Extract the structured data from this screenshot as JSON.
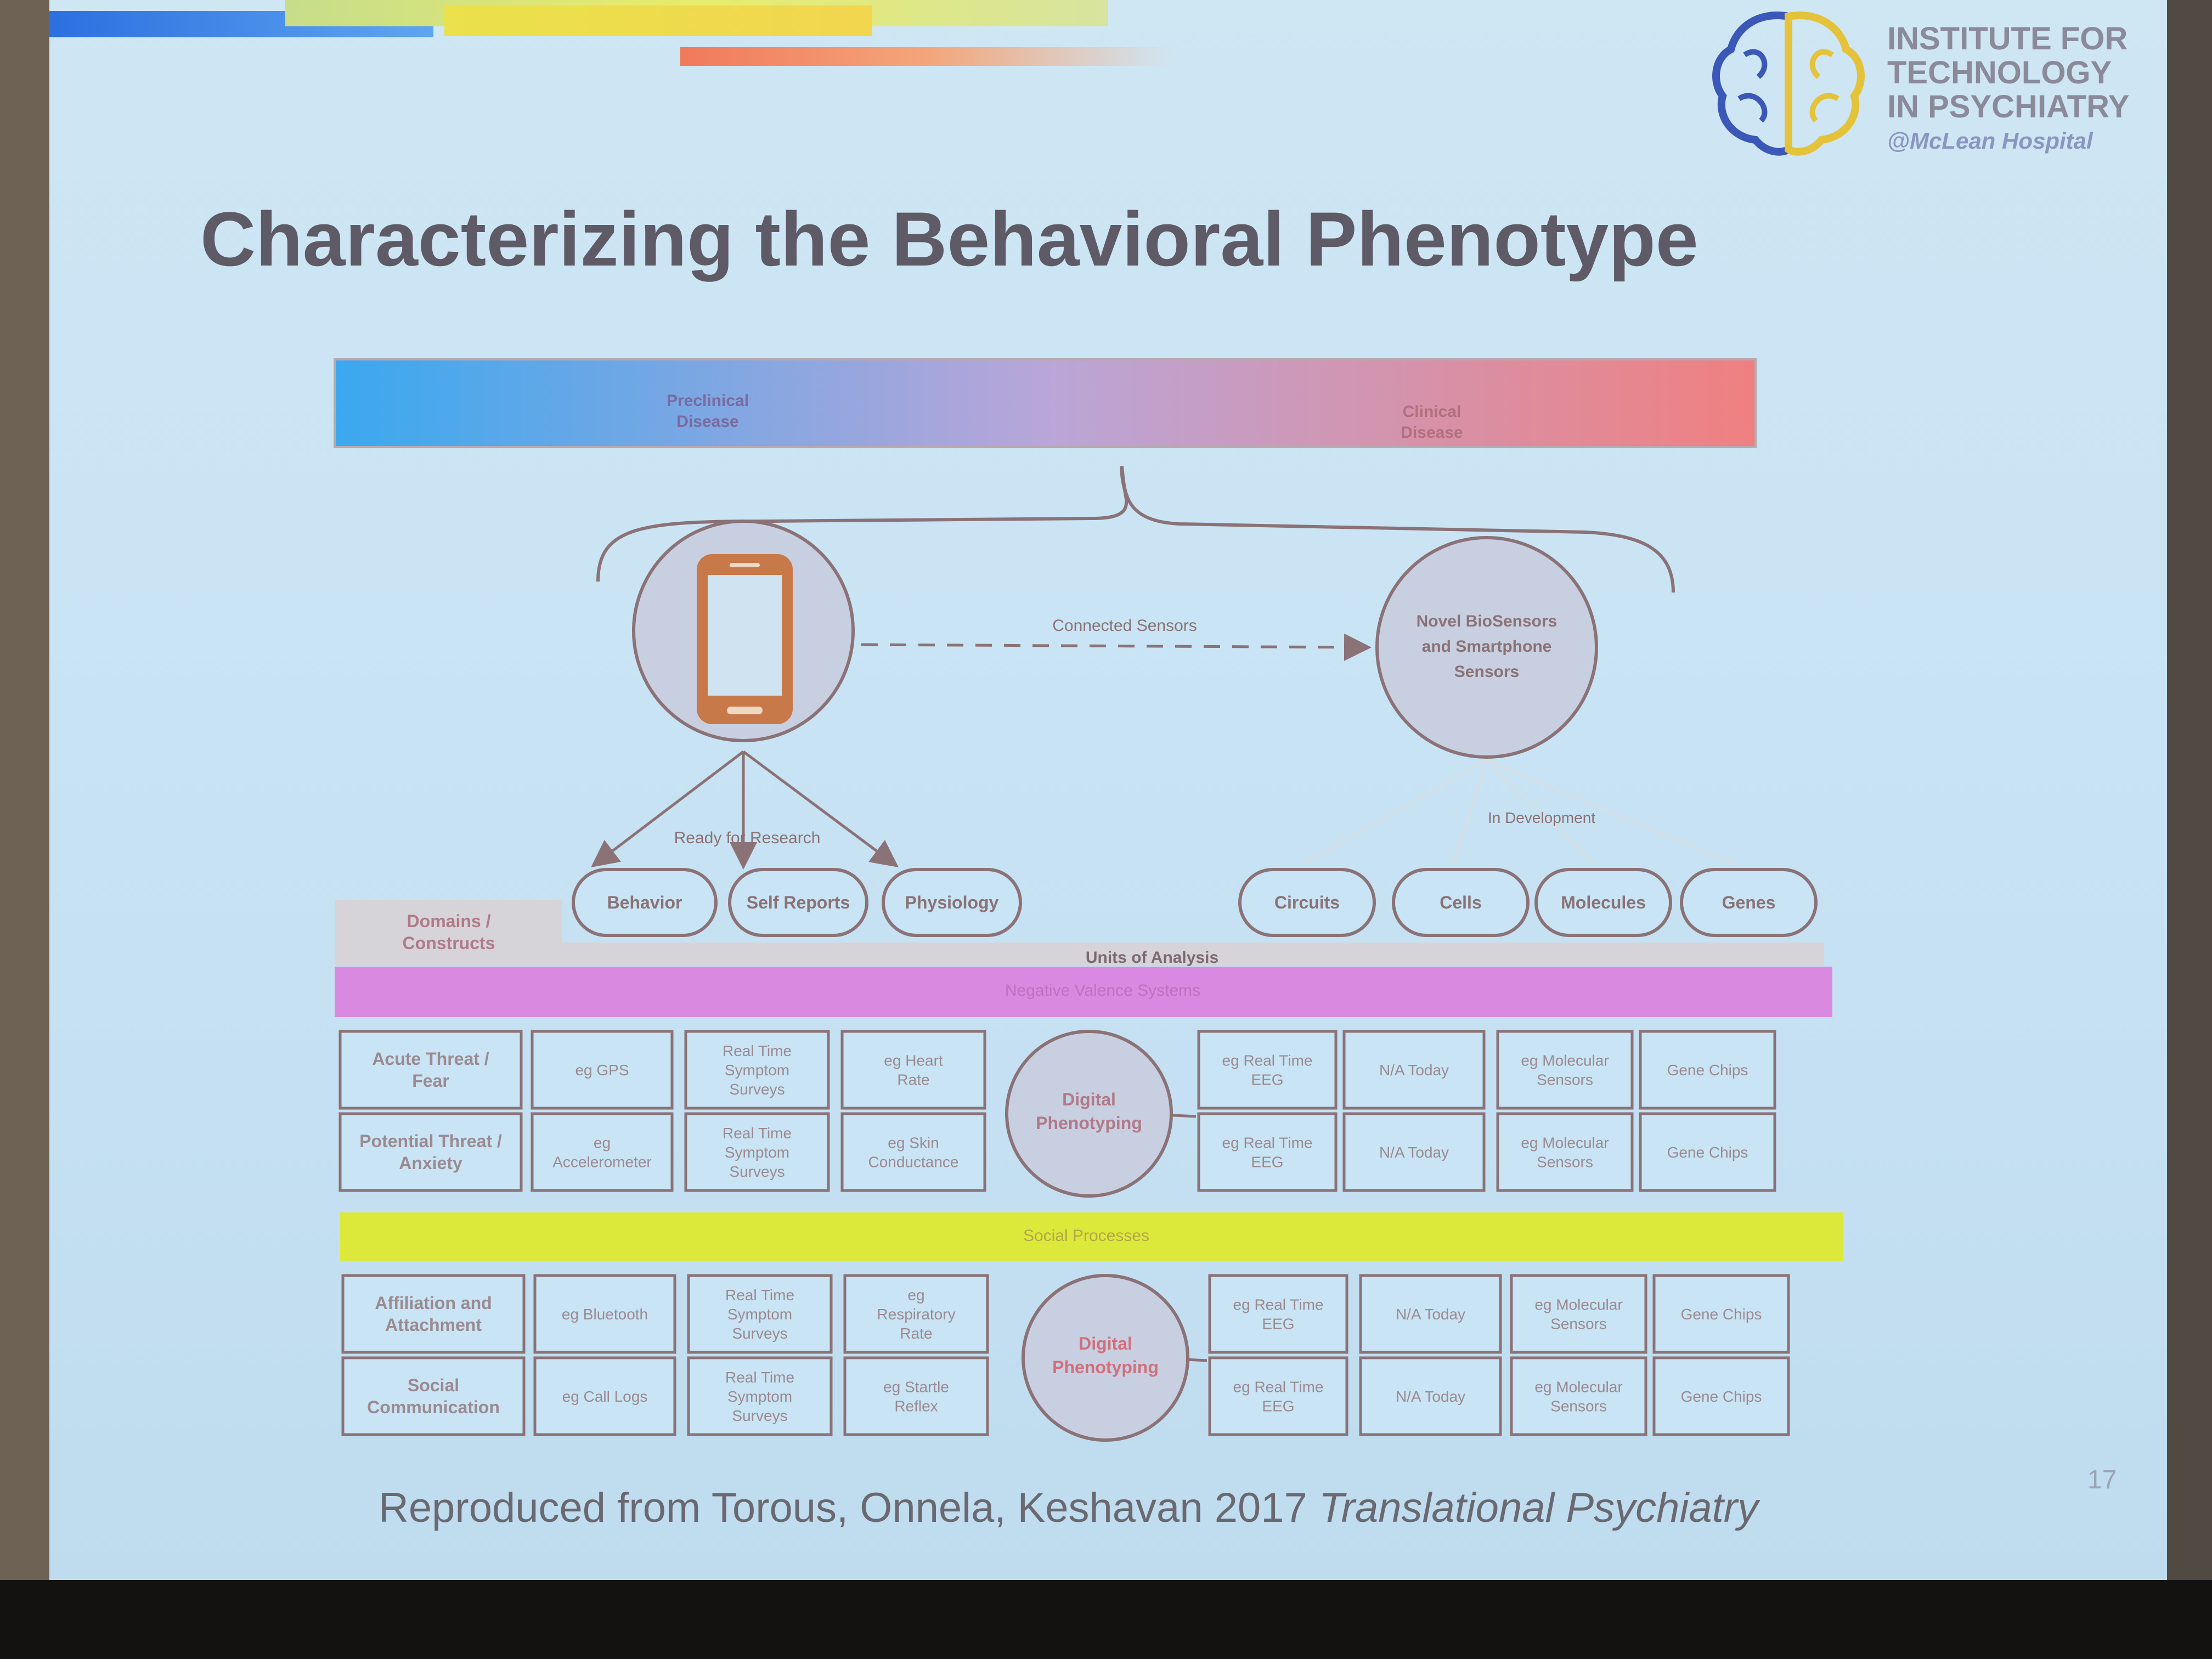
{
  "title": "Characterizing the Behavioral Phenotype",
  "logo": {
    "line1": "INSTITUTE FOR",
    "line2": "TECHNOLOGY",
    "line3": "IN PSYCHIATRY",
    "line4": "@McLean Hospital"
  },
  "citation": {
    "text": "Reproduced from Torous, Onnela, Keshavan 2017",
    "journal": "Translational Psychiatry"
  },
  "page_number": "17",
  "diagram": {
    "top_bar": {
      "left_label": [
        "Preclinical",
        "Disease"
      ],
      "right_label": [
        "Clinical",
        "Disease"
      ]
    },
    "connected_sensors": "Connected Sensors",
    "novel_sensors": [
      "Novel BioSensors",
      "and Smartphone",
      "Sensors"
    ],
    "ready_label": "Ready for Research",
    "in_dev_label": "In Development",
    "domains_label": [
      "Domains /",
      "Constructs"
    ],
    "units_label": "Units of Analysis",
    "left_nodes": [
      "Behavior",
      "Self Reports",
      "Physiology"
    ],
    "right_nodes": [
      "Circuits",
      "Cells",
      "Molecules",
      "Genes"
    ],
    "band1": "Negative Valence Systems",
    "band2": "Social Processes",
    "hub": [
      "Digital",
      "Phenotyping"
    ],
    "rows": [
      [
        "Acute Threat / Fear",
        "eg GPS",
        "Real Time Symptom Surveys",
        "eg Heart Rate",
        "eg Real Time EEG",
        "N/A Today",
        "eg Molecular Sensors",
        "Gene Chips"
      ],
      [
        "Potential Threat / Anxiety",
        "eg Accelerometer",
        "Real Time Symptom Surveys",
        "eg Skin Conductance",
        "eg Real Time EEG",
        "N/A Today",
        "eg Molecular Sensors",
        "Gene Chips"
      ],
      [
        "Affiliation and Attachment",
        "eg Bluetooth",
        "Real Time Symptom Surveys",
        "eg Respiratory Rate",
        "eg Real Time EEG",
        "N/A Today",
        "eg Molecular Sensors",
        "Gene Chips"
      ],
      [
        "Social Communication",
        "eg Call Logs",
        "Real Time Symptom Surveys",
        "eg Startle Reflex",
        "eg Real Time EEG",
        "N/A Today",
        "eg Molecular Sensors",
        "Gene Chips"
      ]
    ],
    "colors": {
      "bar_left": "#3aa8ef",
      "bar_right": "#f08080",
      "band1": "#d98ae0",
      "band2": "#dde93a",
      "node_stroke": "#8a7276",
      "phone": "#c7794a"
    }
  }
}
